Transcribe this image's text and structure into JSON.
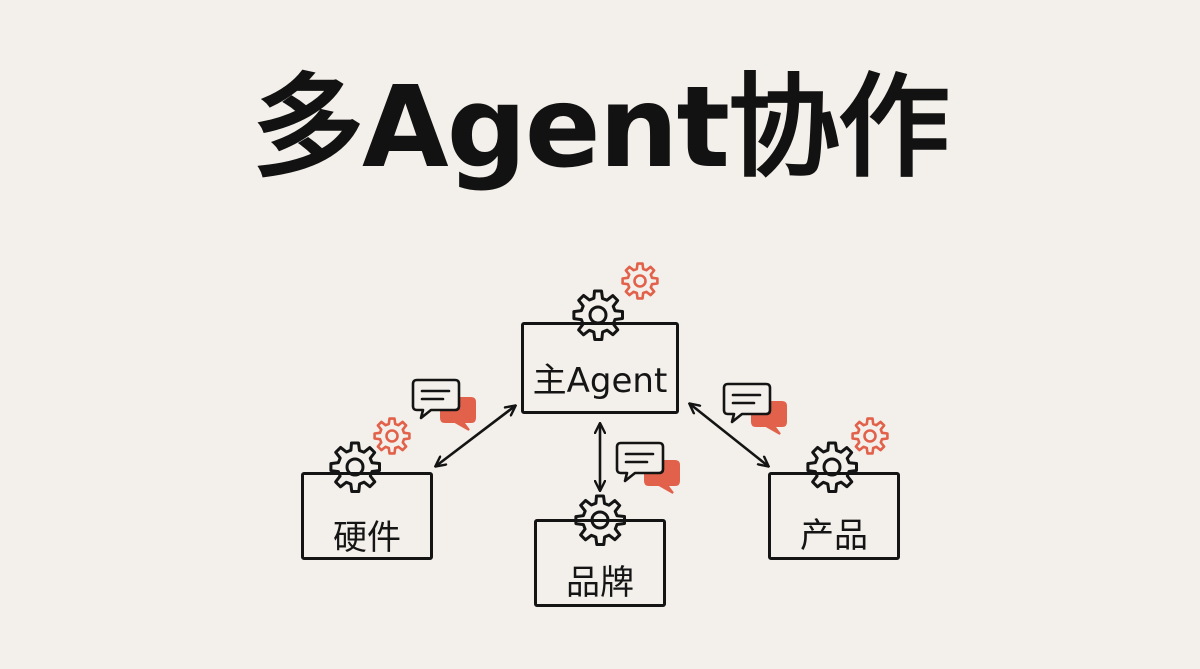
{
  "title": "多Agent协作",
  "nodes": {
    "main": {
      "label": "主Agent"
    },
    "hardware": {
      "label": "硬件"
    },
    "brand": {
      "label": "品牌"
    },
    "product": {
      "label": "产品"
    }
  },
  "edges": [
    {
      "from": "主Agent",
      "to": "硬件",
      "bidirectional": true
    },
    {
      "from": "主Agent",
      "to": "品牌",
      "bidirectional": true
    },
    {
      "from": "主Agent",
      "to": "产品",
      "bidirectional": true
    }
  ],
  "icons": {
    "gear": "gear-icon",
    "accent_gear": "gear-icon",
    "chat": "chat-bubble-icon"
  },
  "colors": {
    "background": "#f3efea",
    "ink": "#141414",
    "accent": "#e2614a"
  }
}
